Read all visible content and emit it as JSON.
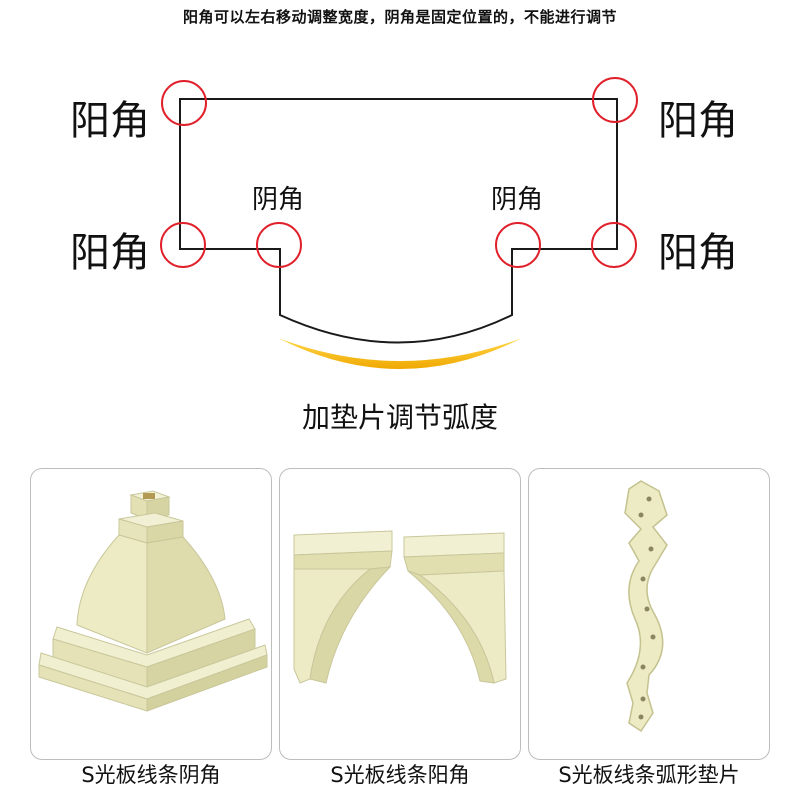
{
  "header_note": "阳角可以左右移动调整宽度，阴角是固定位置的，不能进行调节",
  "labels": {
    "outer_top_left": "阳角",
    "outer_top_right": "阳角",
    "outer_mid_left": "阳角",
    "outer_mid_right": "阳角",
    "inner_left": "阴角",
    "inner_right": "阴角"
  },
  "diagram_caption": "加垫片调节弧度",
  "colors": {
    "circle": "#e0202a",
    "outline": "#1a1a1a",
    "arc_accent": "#f5b800",
    "part": "#ecebc4",
    "part_shade": "#d8d6a6",
    "part_dark": "#bdbb86"
  },
  "products": [
    {
      "caption": "S光板线条阴角"
    },
    {
      "caption": "S光板线条阳角"
    },
    {
      "caption": "S光板线条弧形垫片"
    }
  ]
}
